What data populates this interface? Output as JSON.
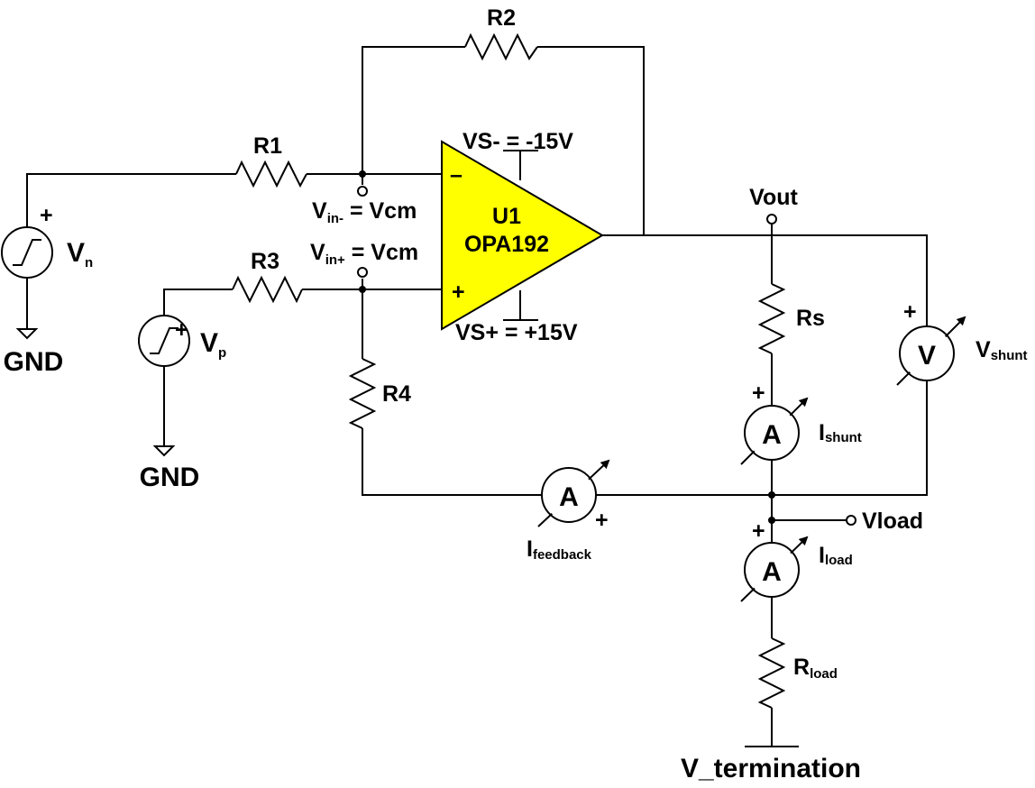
{
  "title": "OPA192 difference amplifier with shunt current measurement",
  "colors": {
    "opamp_fill": "#FFFF00",
    "wire": "#000000"
  },
  "opamp": {
    "ref": "U1",
    "part": "OPA192",
    "inv_sign": "–",
    "noninv_sign": "+",
    "vs_minus": "VS- = -15V",
    "vs_plus": "VS+ = +15V"
  },
  "resistors": {
    "r1": "R1",
    "r2": "R2",
    "r3": "R3",
    "r4": "R4",
    "rs": "Rs",
    "rload_main": "R",
    "rload_sub": "load"
  },
  "sources": {
    "vn": {
      "main": "V",
      "sub": "n",
      "polarity": "+"
    },
    "vp": {
      "main": "V",
      "sub": "p",
      "polarity": "+"
    },
    "gnd": "GND"
  },
  "nodes": {
    "vin_minus_main": "V",
    "vin_minus_sub": "in-",
    "vin_minus_eq": " = Vcm",
    "vin_plus_main": "V",
    "vin_plus_sub": "in+",
    "vin_plus_eq": " = Vcm",
    "vout": "Vout",
    "vload": "Vload",
    "v_termination": "V_termination"
  },
  "meters": {
    "ishunt": {
      "symbol": "A",
      "main": "I",
      "sub": "shunt",
      "polarity": "+"
    },
    "ifeedback": {
      "symbol": "A",
      "main": "I",
      "sub": "feedback",
      "polarity": "+"
    },
    "iload": {
      "symbol": "A",
      "main": "I",
      "sub": "load",
      "polarity": "+"
    },
    "vshunt": {
      "symbol": "V",
      "main": "V",
      "sub": "shunt",
      "polarity": "+"
    }
  }
}
